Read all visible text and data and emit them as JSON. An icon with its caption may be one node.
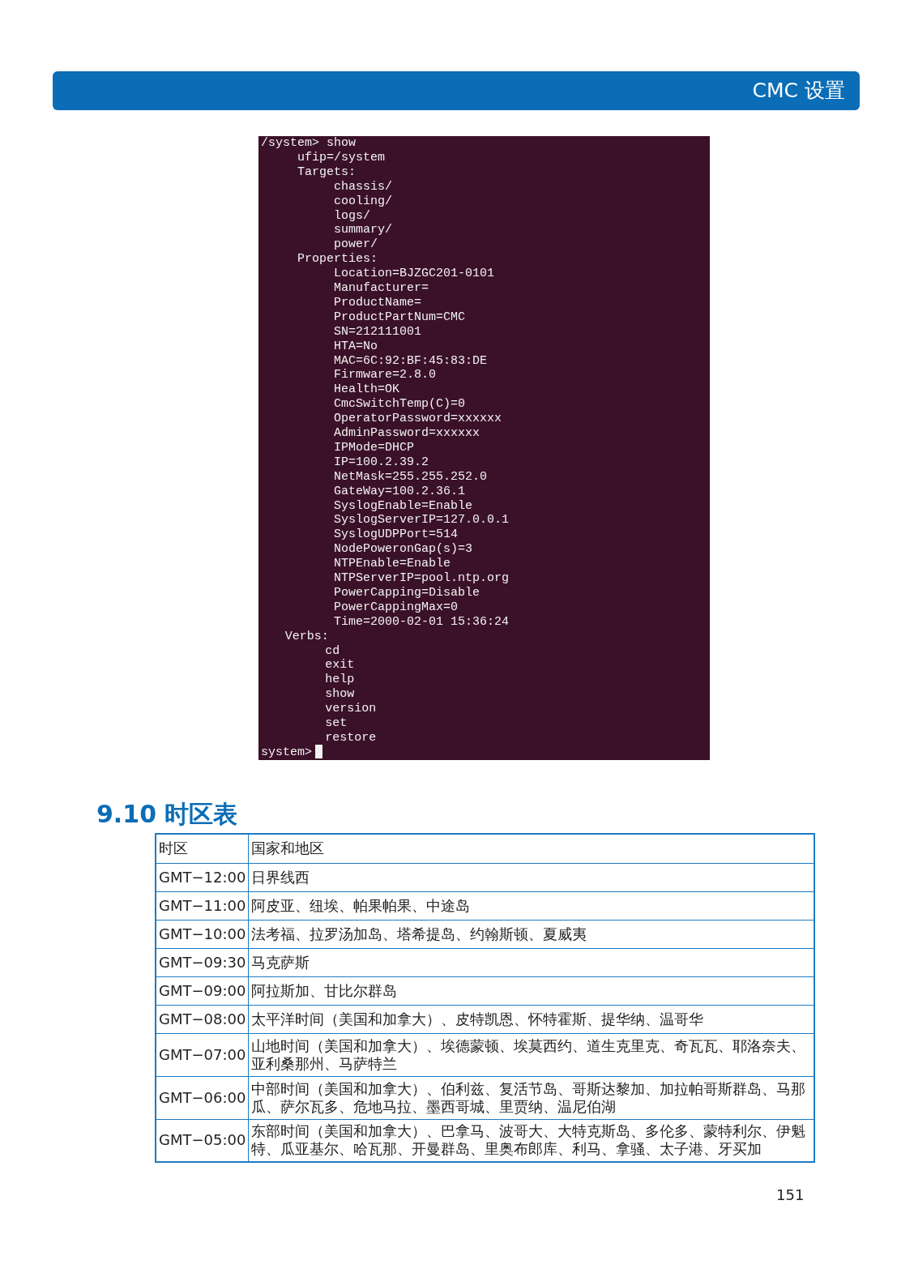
{
  "diagram": {
    "title": "CMC 设置",
    "labels": [
      "/system> show",
      "ufip=/system",
      "Targets:",
      "chassis/",
      "cooling/",
      "logs/",
      "summary/",
      "power/",
      "Properties:",
      "Location=BJZGC201-0101",
      "Manufacturer=",
      "ProductName=",
      "ProductPartNum=CMC",
      "SN=212111001",
      "HTA=No",
      "MAC=6C:92:BF:45:83:DE",
      "Firmware=2.8.0",
      "Health=OK",
      "CmcSwitchTemp(C)=0",
      "OperatorPassword=xxxxxx",
      "AdminPassword=xxxxxx",
      "IPMode=DHCP",
      "IP=100.2.39.2",
      "NetMask=255.255.252.0",
      "GateWay=100.2.36.1",
      "SyslogEnable=Enable",
      "SyslogServerIP=127.0.0.1",
      "SyslogUDPPort=514",
      "NodePoweronGap(s)=3",
      "NTPEnable=Enable",
      "NTPServerIP=pool.ntp.org",
      "PowerCapping=Disable",
      "PowerCappingMax=0",
      "Time=2000-02-01 15:36:24",
      "Verbs:",
      "cd",
      "exit",
      "help",
      "show",
      "version",
      "set",
      "restore",
      "system>",
      "9.10 时区表",
      "时区",
      "国家和地区",
      "GMT−12:00",
      "日界线西",
      "GMT−11:00",
      "阿皮亚、纽埃、帕果帕果、中途岛",
      "GMT−10:00",
      "法考福、拉罗汤加岛、塔希提岛、约翰斯顿、夏威夷",
      "GMT−09:30",
      "马克萨斯",
      "GMT−09:00",
      "阿拉斯加、甘比尔群岛",
      "GMT−08:00",
      "太平洋时间（美国和加拿大）、皮特凯恩、怀特霍斯、提华纳、温哥华",
      "GMT−07:00",
      "山地时间（美国和加拿大）、埃德蒙顿、埃莫西约、道生克里克、奇瓦瓦、耶洛奈夫、亚利桑那州、马萨特兰",
      "GMT−06:00",
      "中部时间（美国和加拿大）、伯利兹、复活节岛、哥斯达黎加、加拉帕哥斯群岛、马那瓜、萨尔瓦多、危地马拉、墨西哥城、里贾纳、温尼伯湖",
      "GMT−05:00",
      "东部时间（美国和加拿大）、巴拿马、波哥大、大特克斯岛、多伦多、蒙特利尔、伊魁特、瓜亚基尔、哈瓦那、开曼群岛、里奥布郎库、利马、拿骚、太子港、牙买加",
      "151"
    ]
  }
}
